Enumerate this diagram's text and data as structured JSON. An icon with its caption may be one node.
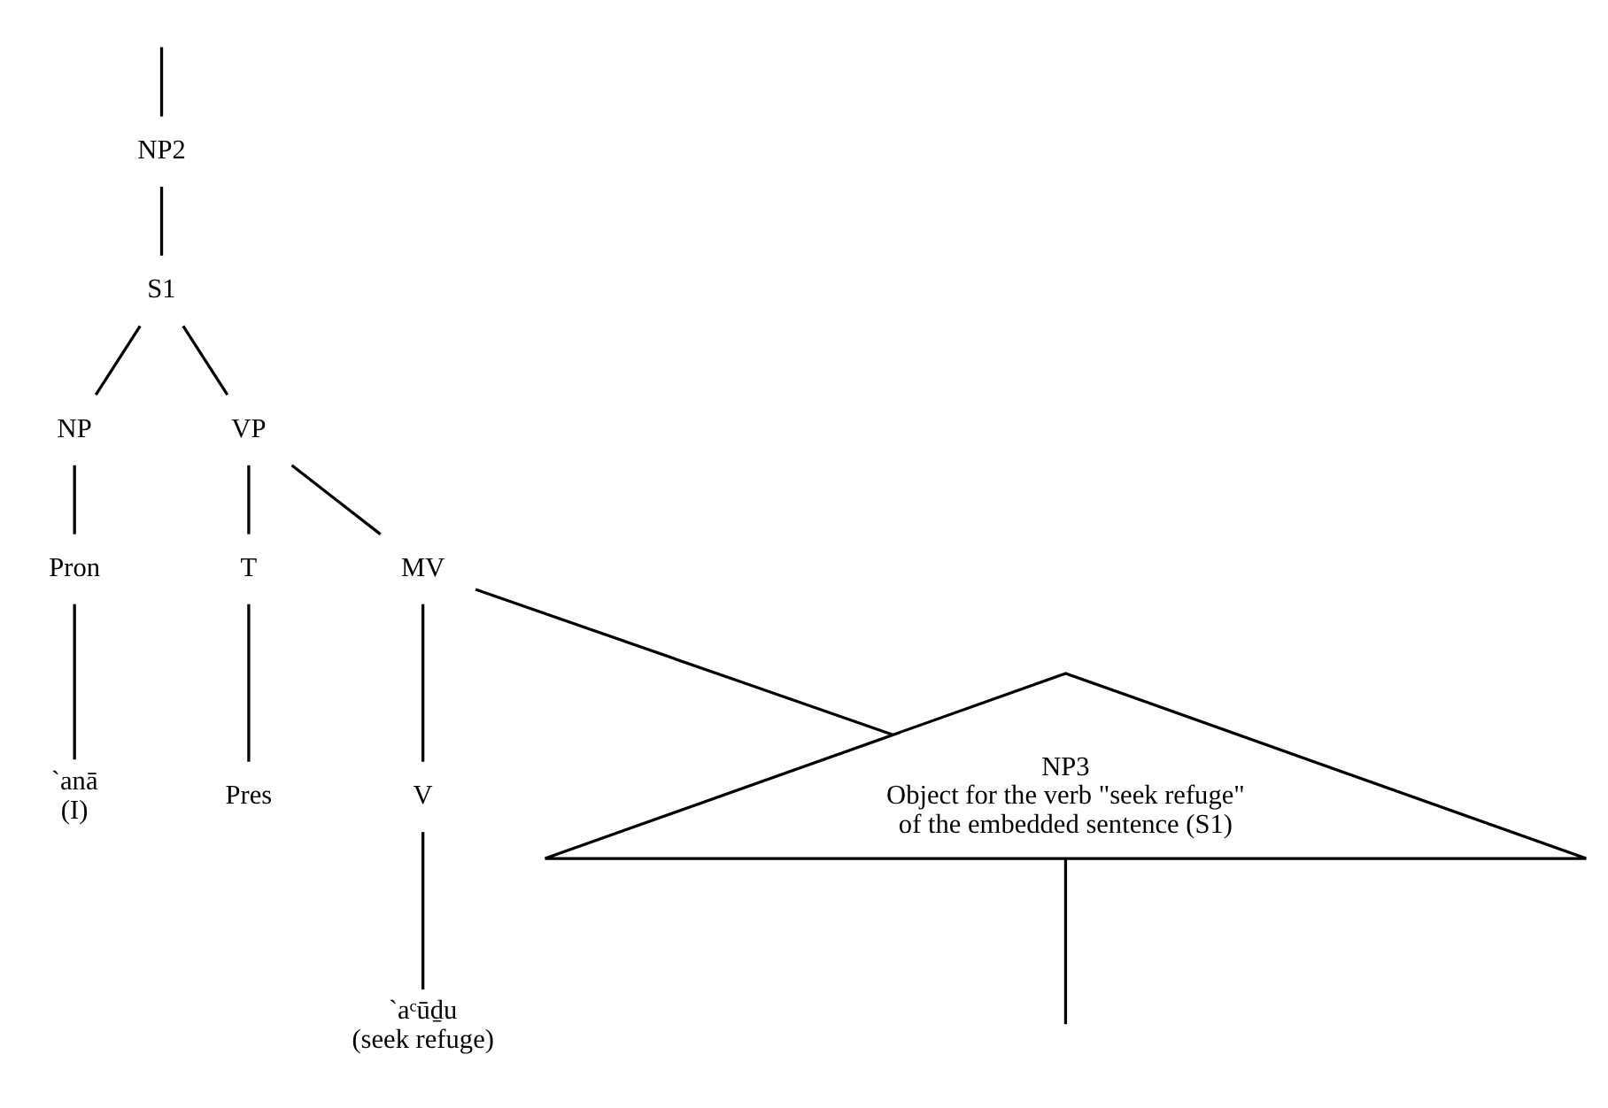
{
  "diagram": {
    "nodes": [
      {
        "text": [
          "NP2"
        ]
      },
      {
        "text": [
          "S1"
        ]
      },
      {
        "text": [
          "NP"
        ]
      },
      {
        "text": [
          "VP"
        ]
      },
      {
        "text": [
          "T"
        ]
      },
      {
        "text": [
          "MV"
        ]
      },
      {
        "text": [
          "V"
        ]
      },
      {
        "text": [
          "NP3",
          "Object for the verb \"seek refuge\" of the embedded sentence (S1)"
        ]
      },
      {
        "text": [
          "Pron"
        ]
      },
      {
        "text": [
          "`anā",
          "(I)"
        ]
      },
      {
        "text": [
          "Pres"
        ]
      },
      {
        "text": [
          "`aᶜūḏu",
          "(seek refuge)"
        ]
      }
    ],
    "edges": [
      {
        "from": null,
        "to": 0,
        "arrow": "none"
      },
      {
        "from": 0,
        "to": 1,
        "arrow": "none"
      },
      {
        "from": 1,
        "to": 2,
        "arrow": "none"
      },
      {
        "from": 1,
        "to": 3,
        "arrow": "none"
      },
      {
        "from": 3,
        "to": 4,
        "arrow": "none"
      },
      {
        "from": 3,
        "to": 5,
        "arrow": "none"
      },
      {
        "from": 5,
        "to": 6,
        "arrow": "none"
      },
      {
        "from": 5,
        "to": 7,
        "arrow": "none"
      },
      {
        "from": 2,
        "to": 8,
        "arrow": "none"
      },
      {
        "from": 8,
        "to": 9,
        "arrow": "none"
      },
      {
        "from": 4,
        "to": 10,
        "arrow": "none"
      },
      {
        "from": 6,
        "to": 11,
        "arrow": "none"
      },
      {
        "from": 7,
        "to": null,
        "arrow": "none"
      }
    ]
  }
}
